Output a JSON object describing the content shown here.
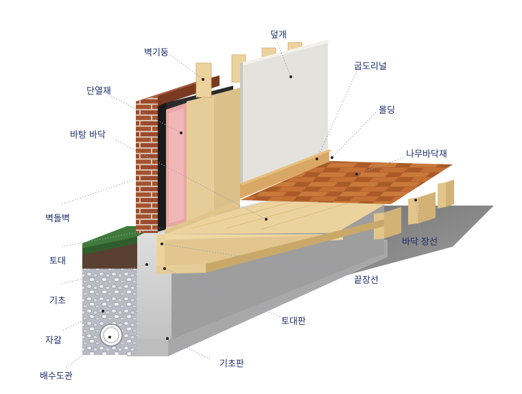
{
  "labels": {
    "cover_board": "덮개",
    "wall_stud": "벽기둥",
    "baseboard": "굽도리널",
    "insulation": "단열재",
    "molding": "몰딩",
    "wood_flooring": "나무바닥재",
    "subfloor": "바탕 바닥",
    "brick_wall": "벽돌벽",
    "floor_joist": "바닥 장선",
    "sill": "토대",
    "end_joist": "끝장선",
    "foundation": "기초",
    "sill_plate": "토대판",
    "gravel": "자갈",
    "footing": "기초판",
    "drain_pipe": "배수도관"
  },
  "colors": {
    "label_text": "#1d2b6a",
    "brick": "#9c4a2e",
    "mortar": "#d9c2b0",
    "concrete": "#cfcfcf",
    "lumber": "#e8c98c",
    "insulation": "#e9a6a4",
    "cover_board": "#e3e2dc",
    "flooring": "#b8642e",
    "grass": "#3f7a3a",
    "soil": "#5a4030"
  }
}
